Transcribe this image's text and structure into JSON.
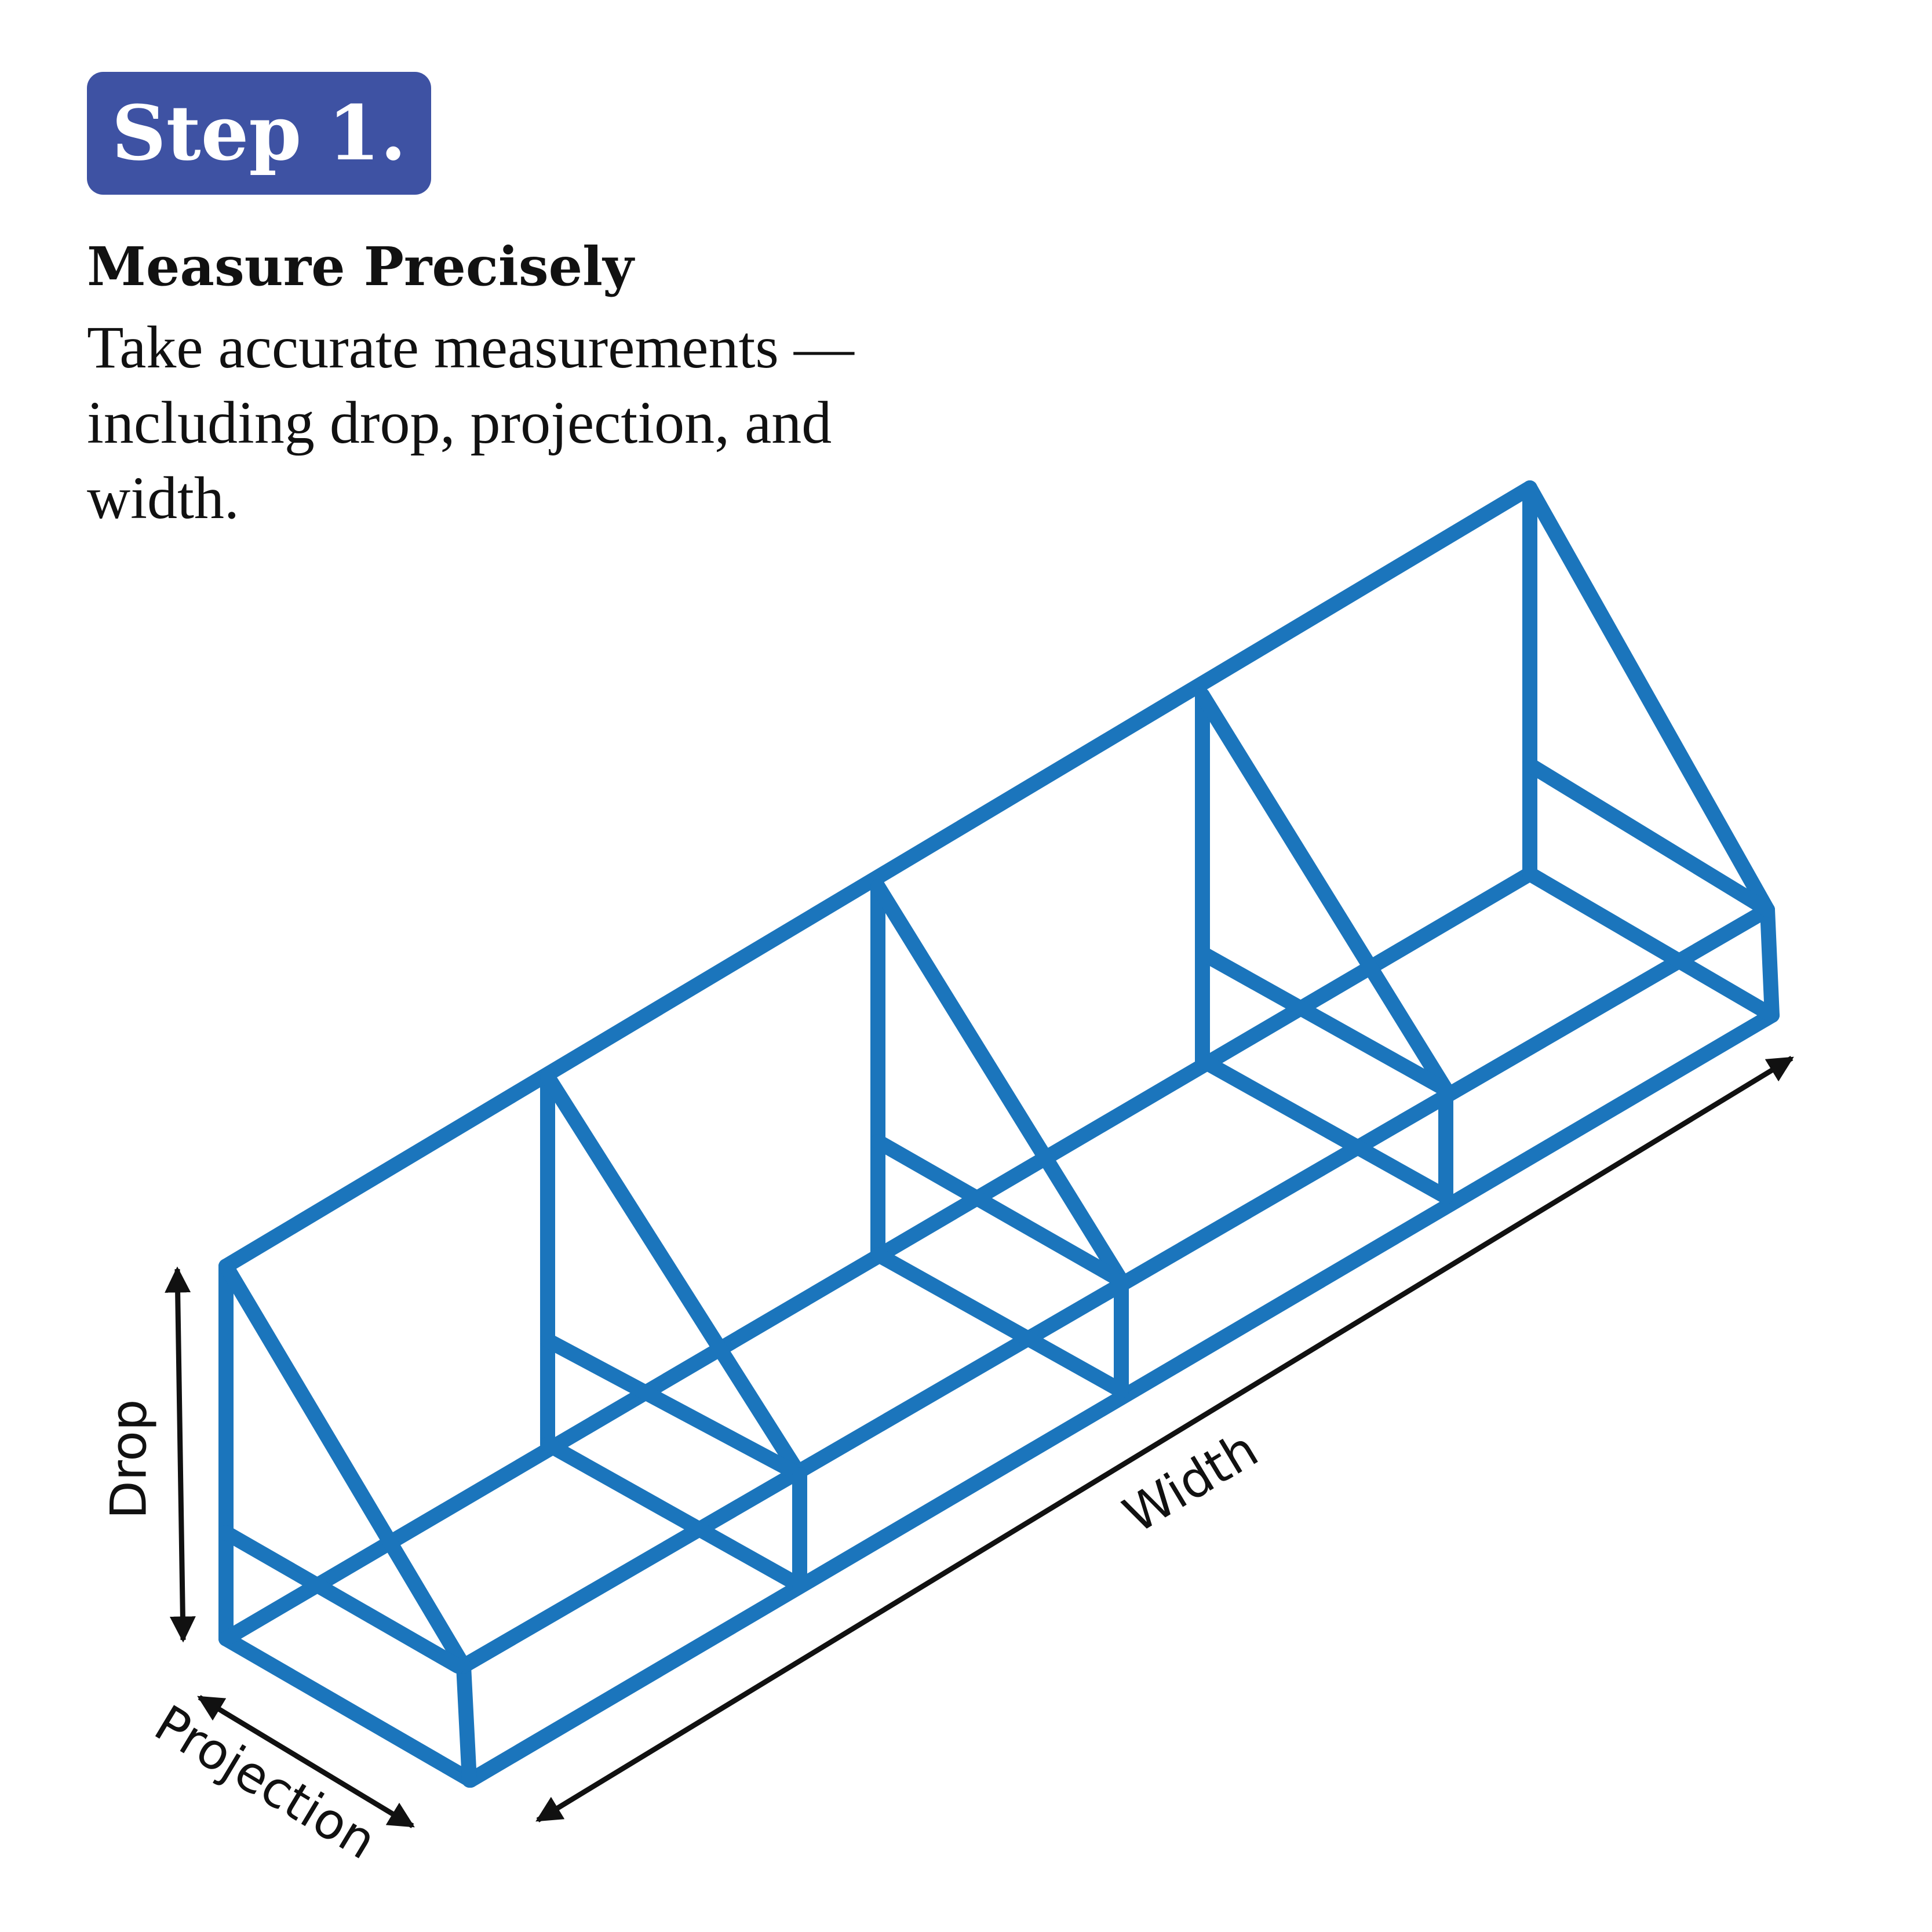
{
  "step": {
    "label": "Step 1.",
    "badge_color": "#3e52a3"
  },
  "heading": "Measure Precisely",
  "description": "Take accurate measurements — including drop, projection, and width.",
  "diagram": {
    "frame_color": "#1b75bc",
    "arrow_color": "#111111",
    "labels": {
      "drop": "Drop",
      "projection": "Projection",
      "width": "Width"
    }
  }
}
